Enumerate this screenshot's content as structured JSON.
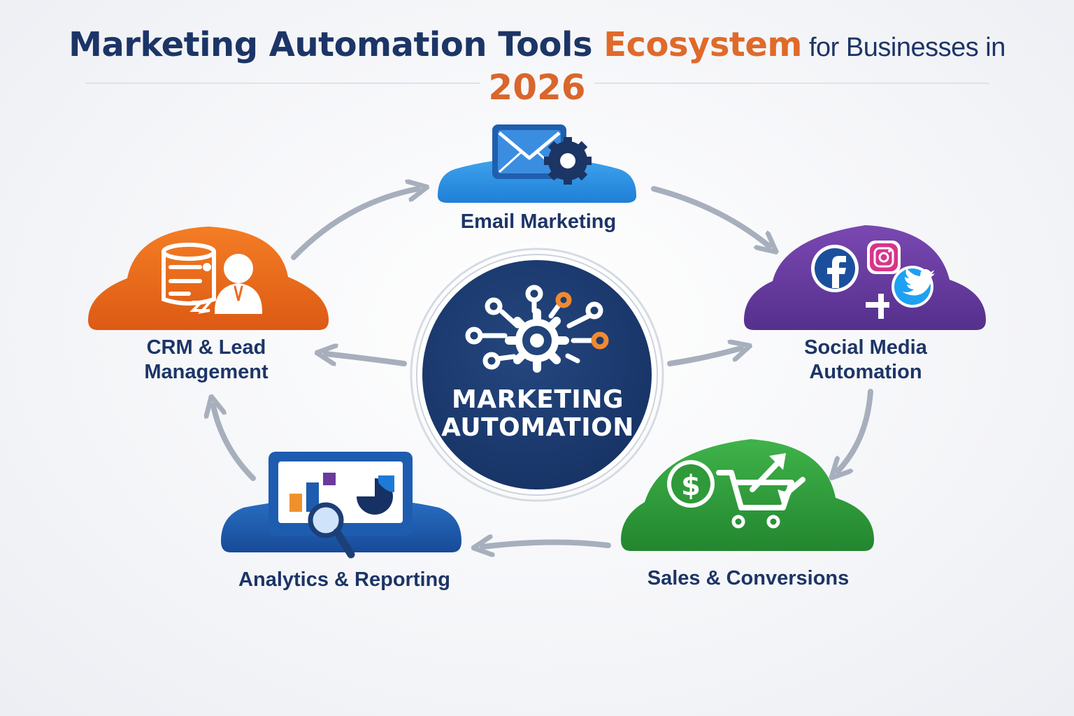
{
  "title": {
    "part1": "Marketing Automation Tools ",
    "part2": "Ecosystem",
    "part3": " for Businesses in",
    "year": "2026"
  },
  "hub": {
    "line1": "MARKETING",
    "line2": "AUTOMATION"
  },
  "nodes": {
    "email": {
      "label": "Email Marketing",
      "icon": "email-gear-icon",
      "color": "#2f8fe0"
    },
    "social": {
      "label_line1": "Social Media",
      "label_line2": "Automation",
      "icon": "social-media-icon",
      "color": "#6a3a9e"
    },
    "sales": {
      "label": "Sales & Conversions",
      "icon": "dollar-cart-icon",
      "color": "#2e9a3a"
    },
    "analytics": {
      "label": "Analytics & Reporting",
      "icon": "dashboard-magnifier-icon",
      "color": "#1e5cb0"
    },
    "crm": {
      "label_line1": "CRM & Lead",
      "label_line2": "Management",
      "icon": "database-person-icon",
      "color": "#ea6a1d"
    }
  },
  "colors": {
    "navy": "#1c3566",
    "accent_orange": "#df6a2a",
    "arrow_gray": "#a7afbd"
  }
}
